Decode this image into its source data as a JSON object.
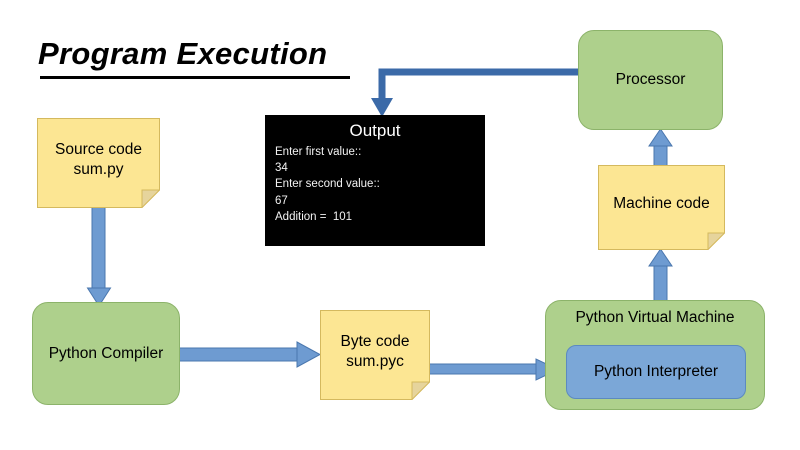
{
  "slide": {
    "title": "Program Execution",
    "background_color": "#FFFFFF"
  },
  "palette": {
    "process_green": "#AED08C",
    "process_green_border": "#8CB36A",
    "note_yellow": "#FCE693",
    "note_yellow_border": "#D4B95E",
    "arrow_blue": "#6E9BD1",
    "arrow_blue_border": "#4A77AE",
    "elbow_arrow_blue": "#3B6AA8",
    "interpreter_blue": "#7BA7D7",
    "interpreter_blue_border": "#5C8AC0",
    "console_background": "#000000",
    "console_text": "#F2F2F2",
    "text_black": "#000000"
  },
  "nodes": {
    "source_code": {
      "label": "Source code\nsum.py",
      "shape": "folded-corner-note",
      "fill": "#FCE693"
    },
    "python_compiler": {
      "label": "Python Compiler",
      "shape": "rounded-rect",
      "fill": "#AED08C"
    },
    "byte_code": {
      "label": "Byte code\nsum.pyc",
      "shape": "folded-corner-note",
      "fill": "#FCE693"
    },
    "python_virtual_machine": {
      "label": "Python Virtual Machine",
      "shape": "rounded-rect",
      "fill": "#AED08C"
    },
    "python_interpreter": {
      "label": "Python Interpreter",
      "shape": "rounded-rect",
      "fill": "#7BA7D7"
    },
    "machine_code": {
      "label": "Machine code",
      "shape": "folded-corner-note",
      "fill": "#FCE693"
    },
    "processor": {
      "label": "Processor",
      "shape": "rounded-rect",
      "fill": "#AED08C"
    }
  },
  "console": {
    "title": "Output",
    "lines": [
      "Enter first value::",
      "34",
      "Enter second value::",
      "67",
      "Addition =  101"
    ]
  },
  "arrows": [
    {
      "name": "source-code-to-compiler",
      "from": "source_code",
      "to": "python_compiler",
      "direction": "down"
    },
    {
      "name": "compiler-to-byte-code",
      "from": "python_compiler",
      "to": "byte_code",
      "direction": "right"
    },
    {
      "name": "byte-code-to-interpreter",
      "from": "byte_code",
      "to": "python_interpreter",
      "direction": "right"
    },
    {
      "name": "pvm-to-machine-code",
      "from": "python_virtual_machine",
      "to": "machine_code",
      "direction": "up"
    },
    {
      "name": "machine-code-to-processor",
      "from": "machine_code",
      "to": "processor",
      "direction": "up"
    },
    {
      "name": "processor-to-output",
      "from": "processor",
      "to": "console",
      "direction": "left-then-down"
    }
  ]
}
